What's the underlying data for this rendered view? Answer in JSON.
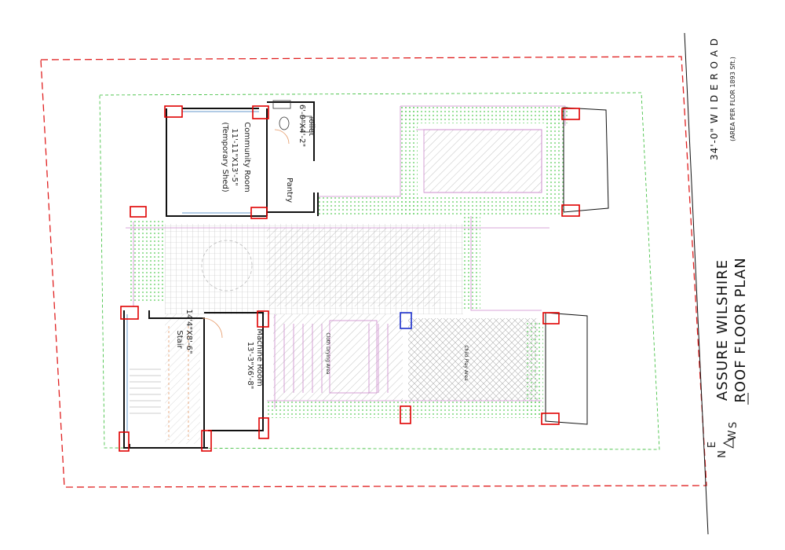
{
  "title": {
    "line1": "ASSURE WILSHIRE",
    "line2": "ROOF FLOOR PLAN"
  },
  "road": {
    "label": "34'-0\" W I D E  R O A D",
    "area_note": "(AREA PER FLOR 1893 Sft.)"
  },
  "compass": {
    "e": "E",
    "n": "N",
    "s": "S",
    "w": "W"
  },
  "rooms": {
    "temporary_shed": "(Temporary Shed)",
    "community_room": "Community Room",
    "community_dims": "11'-11\"X13'-5\"",
    "toilet": "Toilet",
    "toilet_dims": "6'-0\"X4'-2\"",
    "pantry": "Pantry",
    "stair": "Stair",
    "stair_dims": "14'4\"X8'-6\"",
    "machine_room": "Machine Room",
    "machine_dims": "13'-3\"X6'-8\"",
    "cloth_drying": "Cloth Drying Area",
    "child_play": "Child Play Area"
  },
  "colors": {
    "boundary": "#e02020",
    "setback": "#22bb22",
    "wall": "#111111",
    "column": "#e00000",
    "paving": "#cc88cc",
    "hatch": "#999999",
    "marker": "#1a2fcc"
  }
}
